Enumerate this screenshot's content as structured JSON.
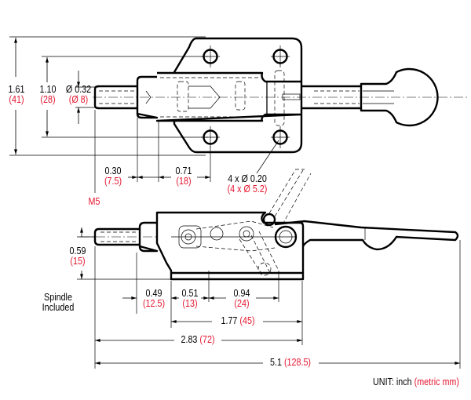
{
  "drawing": {
    "title": "Push-pull toggle clamp dimension drawing",
    "views": [
      "top-view",
      "side-view"
    ]
  },
  "dimensions": {
    "overall_height": {
      "inch": "1.61",
      "mm": "(41)"
    },
    "hole_spacing_vertical": {
      "inch": "1.10",
      "mm": "(28)"
    },
    "spindle_diameter": {
      "inch": "Ø 0.32",
      "mm": "(Ø 8)"
    },
    "spindle_length_a": {
      "inch": "0.30",
      "mm": "(7.5)"
    },
    "front_to_hole": {
      "inch": "0.71",
      "mm": "(18)"
    },
    "thread": {
      "label": "M5"
    },
    "mounting_holes": {
      "inch": "4 x Ø 0.20",
      "mm": "(4 x Ø 5.2)"
    },
    "spindle_height": {
      "inch": "0.59",
      "mm": "(15)"
    },
    "stroke_a": {
      "inch": "0.49",
      "mm": "(12.5)"
    },
    "base_front_to_hole": {
      "inch": "0.51",
      "mm": "(13)"
    },
    "hole_spacing_horizontal": {
      "inch": "0.94",
      "mm": "(24)"
    },
    "base_length": {
      "inch": "1.77",
      "mm": "(45)"
    },
    "body_length": {
      "inch": "2.83",
      "mm": "(72)"
    },
    "overall_length": {
      "inch": "5.1",
      "mm": "(128.5)"
    }
  },
  "notes": {
    "spindle_line1": "Spindle",
    "spindle_line2": "Included",
    "unit_label": "UNIT: inch",
    "unit_metric": "(metric mm)"
  },
  "colors": {
    "metric": "#e4162f",
    "imperial": "#000000"
  }
}
